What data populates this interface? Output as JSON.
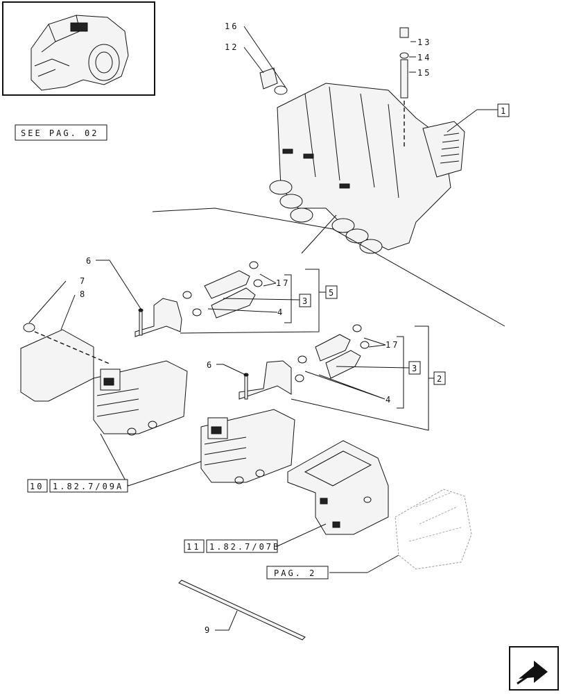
{
  "callouts": {
    "c16": "16",
    "c12": "12",
    "c13": "13",
    "c14": "14",
    "c15": "15",
    "c1": "1",
    "c6a": "6",
    "c7": "7",
    "c8": "8",
    "c17a": "17",
    "c3a": "3",
    "c5": "5",
    "c4a": "4",
    "c6b": "6",
    "c17b": "17",
    "c3b": "3",
    "c2": "2",
    "c4b": "4",
    "c9": "9"
  },
  "refs": {
    "see_pag": "SEE PAG. 02",
    "ref10_num": "10",
    "ref10_code": "1.82.7/09A",
    "ref11_num": "11",
    "ref11_code": "1.82.7/07B",
    "pag2": "PAG. 2"
  },
  "icons": {
    "thumbnail": "transmission-housing-thumbnail",
    "next_page": "next-page-arrow-icon"
  }
}
